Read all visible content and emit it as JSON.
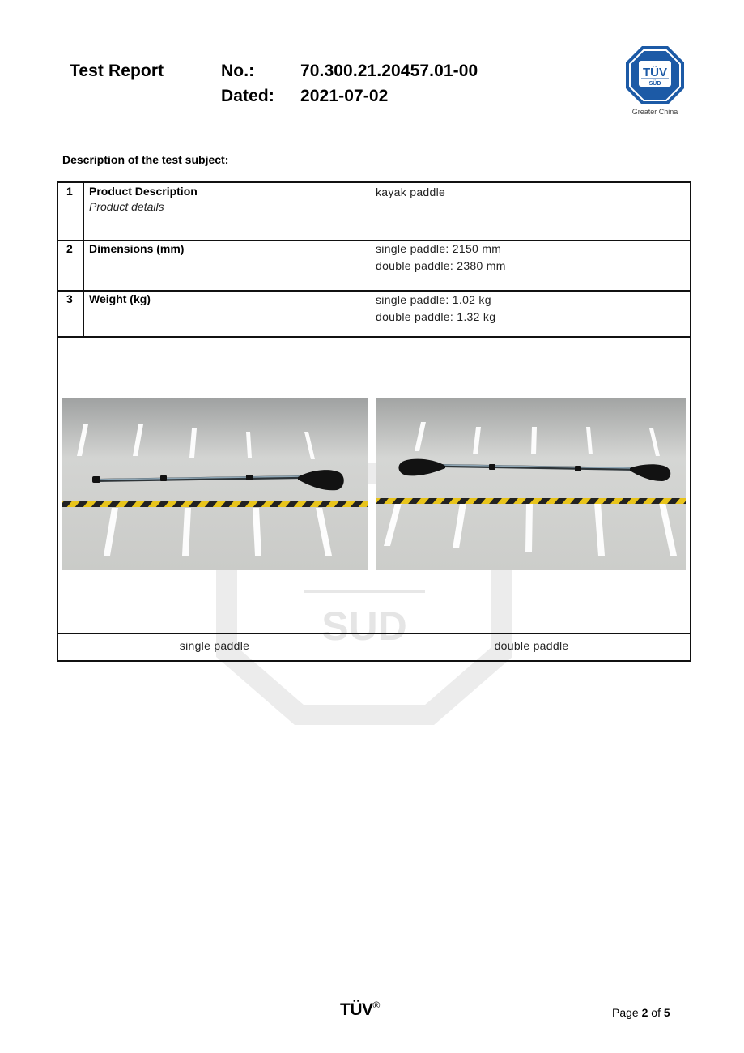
{
  "header": {
    "title": "Test Report",
    "no_label": "No.:",
    "report_number": "70.300.21.20457.01-00",
    "dated_label": "Dated:",
    "date": "2021-07-02",
    "logo_text": "TÜV",
    "logo_sub": "SÜD",
    "logo_caption": "Greater China"
  },
  "section_heading": "Description of the test subject:",
  "rows": [
    {
      "num": "1",
      "heading": "Product Description",
      "sub": "Product details",
      "values": [
        "kayak paddle"
      ]
    },
    {
      "num": "2",
      "heading": "Dimensions (mm)",
      "values": [
        "single paddle: 2150 mm",
        "double paddle: 2380 mm"
      ]
    },
    {
      "num": "3",
      "heading": "Weight (kg)",
      "values": [
        "single paddle: 1.02 kg",
        "double paddle: 1.32 kg"
      ]
    }
  ],
  "photos": [
    {
      "caption": "single paddle"
    },
    {
      "caption": "double paddle"
    }
  ],
  "watermark": {
    "text": "SUD"
  },
  "footer": {
    "logo": "TÜV",
    "registered": "®",
    "page_prefix": "Page ",
    "page_current": "2",
    "page_of": " of ",
    "page_total": "5"
  },
  "colors": {
    "brand_blue": "#1c5aa6",
    "hazard_yellow": "#e8c41b"
  }
}
